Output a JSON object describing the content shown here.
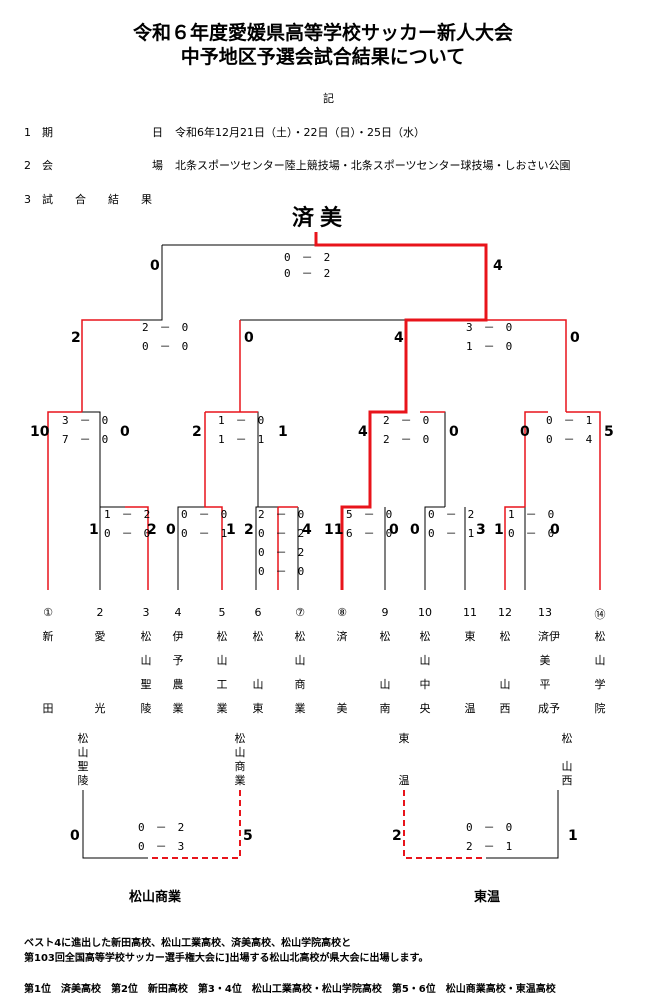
{
  "title": {
    "line1": "令和６年度愛媛県高等学校サッカー新人大会",
    "line2": "中予地区予選会試合結果について"
  },
  "ki": "記",
  "info": {
    "period_label": "1　期　　　　　　　　　日",
    "period_value": "令和6年12月21日（土）・22日（日）・25日（水）",
    "venue_label": "2　会　　　　　　　　　場",
    "venue_value": "北条スポーツセンター陸上競技場・北条スポーツセンター球技場・しおさい公園",
    "results_label": "3　試　　合　　結　　果"
  },
  "champion": "済美",
  "final": {
    "left_score": "0",
    "right_score": "4",
    "line1": "0　－　2",
    "line2": "0　－　2"
  },
  "semis": [
    {
      "left": "2",
      "right": "0",
      "line1": "2　－　0",
      "line2": "0　－　0"
    },
    {
      "left": "4",
      "right": "0",
      "line1": "3　－　0",
      "line2": "1　－　0"
    }
  ],
  "quarters": [
    {
      "left": "10",
      "right": "0",
      "line1": "3　－　0",
      "line2": "7　－　0"
    },
    {
      "left": "2",
      "right": "1",
      "line1": "1　－　0",
      "line2": "1　－　1"
    },
    {
      "left": "4",
      "right": "0",
      "line1": "2　－　0",
      "line2": "2　－　0"
    },
    {
      "left": "0",
      "right": "5",
      "line1": "0　－　1",
      "line2": "0　－　4"
    }
  ],
  "first_round": [
    {
      "left": "1",
      "right": "2",
      "lines": [
        "1　－　2",
        "0　－　0"
      ]
    },
    {
      "left": "0",
      "right": "1",
      "lines": [
        "0　－　0",
        "0　－　1"
      ]
    },
    {
      "left": "2",
      "right": "4",
      "lines": [
        "2　－　0",
        "0　－　2",
        "0　－　2",
        "0　－　0"
      ]
    },
    {
      "left": "11",
      "right": "0",
      "lines": [
        "5　－　0",
        "6　－　0"
      ]
    },
    {
      "left": "0",
      "right": "3",
      "lines": [
        "0　－　2",
        "0　－　1"
      ]
    },
    {
      "left": "1",
      "right": "0",
      "lines": [
        "1　－　0",
        "0　－　0"
      ]
    }
  ],
  "teams": [
    {
      "num": "①",
      "name": [
        "新",
        "",
        "",
        "田"
      ]
    },
    {
      "num": "2",
      "name": [
        "愛",
        "",
        "",
        "光"
      ]
    },
    {
      "num": "3",
      "name": [
        "松",
        "山",
        "聖",
        "陵"
      ]
    },
    {
      "num": "4",
      "name": [
        "伊",
        "予",
        "農",
        "業"
      ]
    },
    {
      "num": "5",
      "name": [
        "松",
        "山",
        "工",
        "業"
      ]
    },
    {
      "num": "6",
      "name": [
        "松",
        "",
        "山",
        "東"
      ]
    },
    {
      "num": "⑦",
      "name": [
        "松",
        "山",
        "商",
        "業"
      ]
    },
    {
      "num": "⑧",
      "name": [
        "済",
        "",
        "",
        "美"
      ]
    },
    {
      "num": "9",
      "name": [
        "松",
        "",
        "山",
        "南"
      ]
    },
    {
      "num": "10",
      "name": [
        "松",
        "山",
        "中",
        "央"
      ]
    },
    {
      "num": "11",
      "name": [
        "東",
        "",
        "",
        "温"
      ]
    },
    {
      "num": "12",
      "name": [
        "松",
        "",
        "山",
        "西"
      ]
    },
    {
      "num": "13",
      "name": [
        "済伊",
        "美",
        "平",
        "成予"
      ]
    },
    {
      "num": "⑭",
      "name": [
        "松",
        "山",
        "学",
        "院"
      ]
    }
  ],
  "playoffs": [
    {
      "left_team": [
        "松",
        "山",
        "聖",
        "陵"
      ],
      "right_team": [
        "松",
        "山",
        "商",
        "業"
      ],
      "left_score": "0",
      "right_score": "5",
      "line1": "0　－　2",
      "line2": "0　－　3",
      "winner": "松山商業"
    },
    {
      "left_team": [
        "東",
        "",
        "",
        "温"
      ],
      "right_team": [
        "松",
        "",
        "山",
        "西"
      ],
      "left_score": "2",
      "right_score": "1",
      "line1": "0　－　0",
      "line2": "2　－　1",
      "winner": "東温"
    }
  ],
  "notes": {
    "line1": "ベスト4に進出した新田高校、松山工業高校、済美高校、松山学院高校と",
    "line2": "第103回全国高等学校サッカー選手権大会に]出場する松山北高校が県大会に出場します。",
    "final_ranking": "第1位　済美高校　第2位　新田高校　第3・4位　松山工業高校・松山学院高校　第5・6位　松山商業高校・東温高校"
  },
  "colors": {
    "win_line": "#e8141b",
    "line": "#000000"
  }
}
